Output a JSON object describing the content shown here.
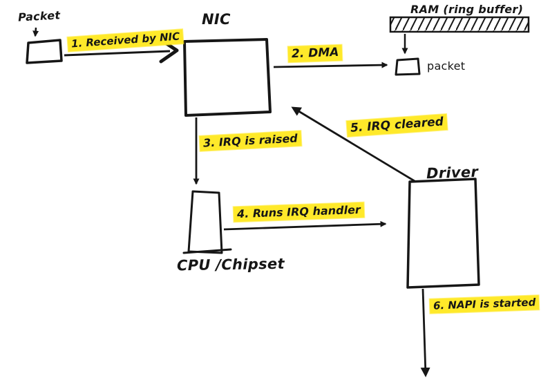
{
  "canvas": {
    "background": "#ffffff",
    "ink": "#161616",
    "highlight": "#ffe92a"
  },
  "nodes": {
    "packet": {
      "label": "Packet"
    },
    "nic": {
      "label": "NIC"
    },
    "ram": {
      "label": "RAM (ring buffer)",
      "packet_label": "packet"
    },
    "cpu": {
      "label": "CPU /Chipset"
    },
    "driver": {
      "label": "Driver"
    }
  },
  "steps": [
    {
      "id": 1,
      "label": "1. Received by NIC"
    },
    {
      "id": 2,
      "label": "2. DMA"
    },
    {
      "id": 3,
      "label": "3. IRQ is raised"
    },
    {
      "id": 4,
      "label": "4. Runs IRQ handler"
    },
    {
      "id": 5,
      "label": "5. IRQ cleared"
    },
    {
      "id": 6,
      "label": "6. NAPI is started"
    }
  ]
}
